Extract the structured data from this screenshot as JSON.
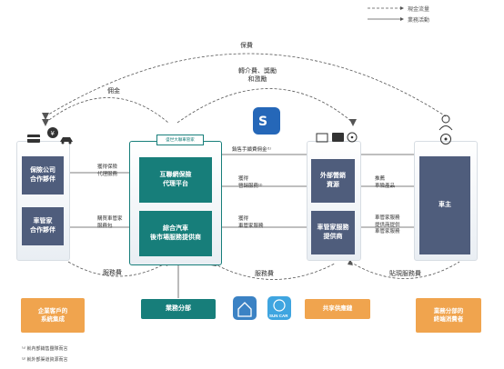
{
  "legend": {
    "cash_flow": "現金流量",
    "business_activity": "業務活動"
  },
  "arcs": {
    "insurance_premium": "保費",
    "referral": "轉介費、獎勵\n和激勵",
    "commission": "佣金",
    "service_fee_left": "服務費",
    "service_fee_mid": "服務費",
    "service_fee_right": "貼現服務費"
  },
  "left_column": {
    "insurer": "保險公司\n合作夥伴",
    "car_steward": "車管家\n合作夥伴"
  },
  "center_column": {
    "logo_text": "盛世大聯車管家",
    "platform": "互聯網保險\n代理平台",
    "provider": "綜合汽車\n後市場服務提供商"
  },
  "right_column": {
    "external": "外部營銷\n資源",
    "car_service": "車管家服務\n提供商"
  },
  "end_user": "車主",
  "flow_labels": {
    "ins_pay": "獲得保險\n代理服務",
    "car_pay": "購買車管家\n服務包",
    "referral_top": "銷售手續費佣金⁽¹⁾",
    "get_marketing": "獲得\n營銷服務⁽²⁾",
    "get_car_service": "獲得\n車管家服務",
    "recommend": "推薦\n車險產品",
    "car_service_right": "車管家服務\n提供商提供\n車管家服務"
  },
  "bottom": {
    "enterprise": "企業客戶的\n系統集成",
    "business_segment": "業務分部",
    "shared_service": "共享供應鏈",
    "consumers": "業務分部的\n終端消費者"
  },
  "app_icon_text": "SUN CAR",
  "footnotes": {
    "fn1": "⁽¹⁾ 就內部銷售團隊而言",
    "fn2": "⁽²⁾ 就外部渠道資源而言"
  }
}
